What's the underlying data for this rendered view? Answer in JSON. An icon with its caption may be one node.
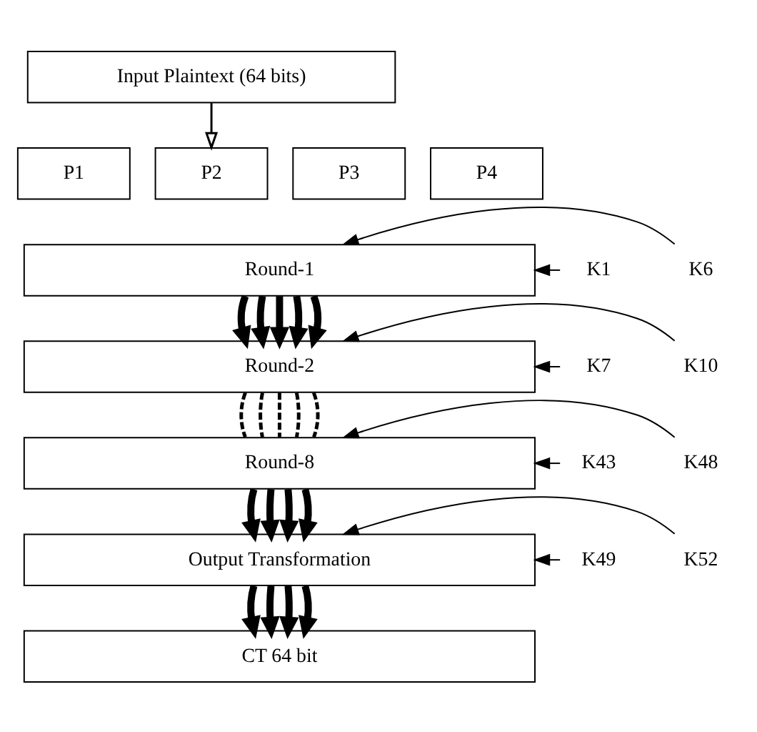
{
  "diagram": {
    "nodes": [
      {
        "text": [
          "Input Plaintext (64 bits)"
        ]
      },
      {
        "text": [
          "P1"
        ]
      },
      {
        "text": [
          "P2"
        ]
      },
      {
        "text": [
          "P3"
        ]
      },
      {
        "text": [
          "P4"
        ]
      },
      {
        "text": [
          "Round-1"
        ]
      },
      {
        "text": [
          "Round-2"
        ]
      },
      {
        "text": [
          "Round-8"
        ]
      },
      {
        "text": [
          "Output Transformation"
        ]
      },
      {
        "text": [
          "CT 64 bit"
        ]
      },
      {
        "text": [
          "K1"
        ]
      },
      {
        "text": [
          "K6"
        ]
      },
      {
        "text": [
          "K7"
        ]
      },
      {
        "text": [
          "K10"
        ]
      },
      {
        "text": [
          "K43"
        ]
      },
      {
        "text": [
          "K48"
        ]
      },
      {
        "text": [
          "K49"
        ]
      },
      {
        "text": [
          "K52"
        ]
      }
    ],
    "edges": [
      {
        "from": 0,
        "to": 2,
        "arrow": "to"
      },
      {
        "from": 5,
        "to": 6,
        "arrow": "to",
        "style": "thick"
      },
      {
        "from": 5,
        "to": 6,
        "arrow": "to",
        "style": "thick"
      },
      {
        "from": 5,
        "to": 6,
        "arrow": "to",
        "style": "thick"
      },
      {
        "from": 5,
        "to": 6,
        "arrow": "to",
        "style": "thick"
      },
      {
        "from": 5,
        "to": 6,
        "arrow": "to",
        "style": "thick"
      },
      {
        "from": 6,
        "to": 7,
        "arrow": "none",
        "style": "dashed"
      },
      {
        "from": 6,
        "to": 7,
        "arrow": "none",
        "style": "dashed"
      },
      {
        "from": 6,
        "to": 7,
        "arrow": "none",
        "style": "dashed"
      },
      {
        "from": 6,
        "to": 7,
        "arrow": "none",
        "style": "dashed"
      },
      {
        "from": 6,
        "to": 7,
        "arrow": "none",
        "style": "dashed"
      },
      {
        "from": 7,
        "to": 8,
        "arrow": "to",
        "style": "thick"
      },
      {
        "from": 7,
        "to": 8,
        "arrow": "to",
        "style": "thick"
      },
      {
        "from": 7,
        "to": 8,
        "arrow": "to",
        "style": "thick"
      },
      {
        "from": 7,
        "to": 8,
        "arrow": "to",
        "style": "thick"
      },
      {
        "from": 8,
        "to": 9,
        "arrow": "to",
        "style": "thick"
      },
      {
        "from": 8,
        "to": 9,
        "arrow": "to",
        "style": "thick"
      },
      {
        "from": 8,
        "to": 9,
        "arrow": "to",
        "style": "thick"
      },
      {
        "from": 8,
        "to": 9,
        "arrow": "to",
        "style": "thick"
      },
      {
        "from": 10,
        "to": 5,
        "arrow": "to"
      },
      {
        "from": 11,
        "to": 5,
        "arrow": "to"
      },
      {
        "from": 12,
        "to": 6,
        "arrow": "to"
      },
      {
        "from": 13,
        "to": 6,
        "arrow": "to"
      },
      {
        "from": 14,
        "to": 7,
        "arrow": "to"
      },
      {
        "from": 15,
        "to": 7,
        "arrow": "to"
      },
      {
        "from": 16,
        "to": 8,
        "arrow": "to"
      },
      {
        "from": 17,
        "to": 8,
        "arrow": "to"
      }
    ]
  }
}
